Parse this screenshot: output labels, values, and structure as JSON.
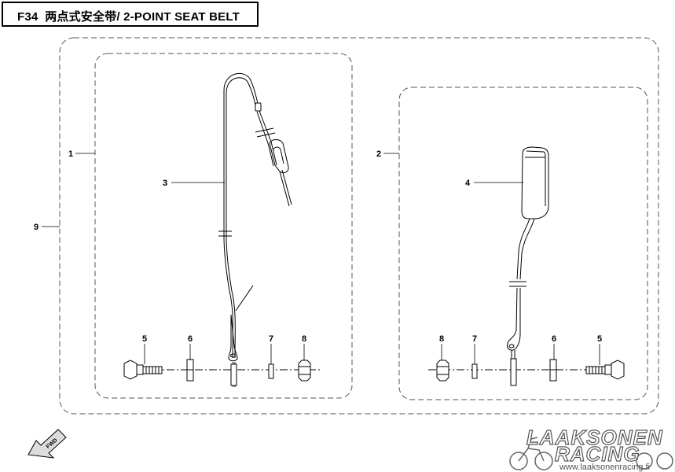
{
  "title": {
    "code": "F34",
    "text": "两点式安全带/ 2-POINT SEAT BELT"
  },
  "callouts": {
    "c1": "1",
    "c2": "2",
    "c3": "3",
    "c4": "4",
    "c5a": "5",
    "c6a": "6",
    "c7a": "7",
    "c8a": "8",
    "c5b": "5",
    "c6b": "6",
    "c7b": "7",
    "c8b": "8",
    "c9": "9"
  },
  "fwd_badge": "FWD",
  "watermark": {
    "logo_line1": "LAAKSONEN",
    "logo_line2": "RACING",
    "url": "www.laaksonenracing.fi"
  }
}
